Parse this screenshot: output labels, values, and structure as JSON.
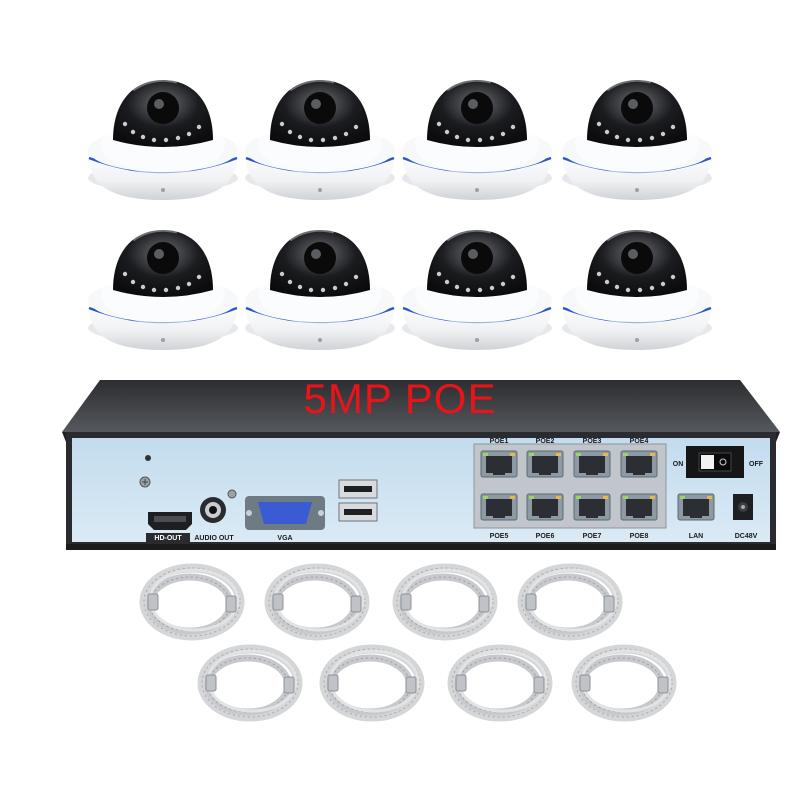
{
  "headline": "5MP POE",
  "colors": {
    "headline": "#e8141a",
    "nvr_body": "#3a3c40",
    "rear_panel": "#cde2f0",
    "camera_band": "#2b55c8",
    "cable": "#d4d6d8"
  },
  "cameras": {
    "count": 8,
    "type": "dome-camera-icon"
  },
  "cables": {
    "count": 8,
    "type": "coiled-network-cable-icon"
  },
  "nvr": {
    "poe_top": [
      "POE1",
      "POE2",
      "POE3",
      "POE4"
    ],
    "poe_bottom": [
      "POE5",
      "POE6",
      "POE7",
      "POE8"
    ],
    "hdmi_label": "HD-OUT",
    "audio_label": "AUDIO OUT",
    "vga_label": "VGA",
    "lan_label": "LAN",
    "dc_label": "DC48V",
    "switch_on": "ON",
    "switch_off": "OFF"
  }
}
